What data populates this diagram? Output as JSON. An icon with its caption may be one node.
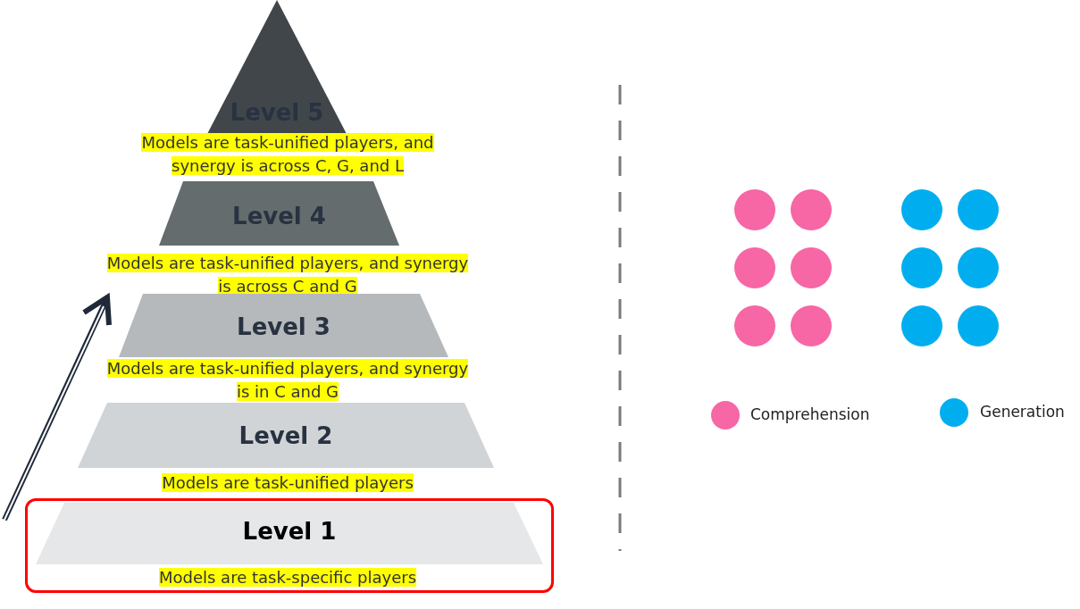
{
  "diagram": {
    "nodes": [
      {
        "text": [
          "Level 5",
          "Models are task-unified players, and synergy is across C, G, and L"
        ]
      },
      {
        "text": [
          "Level 4",
          "Models are task-unified players, and synergy is across C and G"
        ]
      },
      {
        "text": [
          "Level 3",
          "Models are task-unified players, and synergy is in C and G"
        ]
      },
      {
        "text": [
          "Level 2",
          "Models are task-unified players"
        ]
      },
      {
        "text": [
          "Level 1",
          "Models are task-specific players"
        ]
      }
    ],
    "edges": [],
    "legend": [
      {
        "text": "Comprehension",
        "color": "#f766a5"
      },
      {
        "text": "Generation",
        "color": "#00aeef"
      }
    ]
  }
}
